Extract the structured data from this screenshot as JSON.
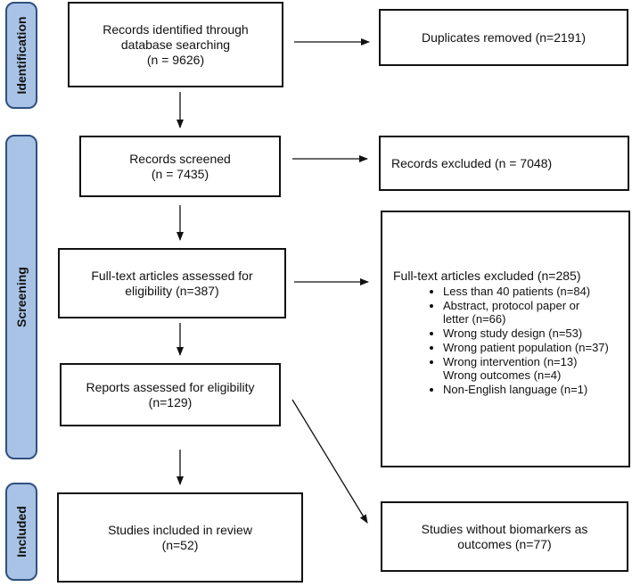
{
  "phases": {
    "identification": "Identification",
    "screening": "Screening",
    "included": "Included"
  },
  "boxes": {
    "records_identified": [
      "Records identified through",
      "database searching",
      "(n = 9626)"
    ],
    "duplicates_removed": "Duplicates removed (n=2191)",
    "records_screened": [
      "Records screened",
      "(n = 7435)"
    ],
    "records_excluded": "Records excluded (n = 7048)",
    "fulltext_assessed": [
      "Full-text articles assessed for",
      "eligibility (n=387)"
    ],
    "reports_assessed": [
      "Reports assessed for eligibility",
      "(n=129)"
    ],
    "studies_included": [
      "Studies included in review",
      "(n=52)"
    ],
    "studies_without_biomarkers": [
      "Studies without biomarkers as",
      "outcomes (n=77)"
    ]
  },
  "fulltext_excluded": {
    "title": "Full-text articles excluded (n=285)",
    "reasons": [
      "Less than 40 patients (n=84)",
      "Abstract, protocol paper or letter (n=66)",
      "Wrong study design (n=53)",
      "Wrong patient population (n=37)",
      "Wrong intervention (n=13) Wrong outcomes (n=4)",
      "Non-English language (n=1)"
    ]
  }
}
